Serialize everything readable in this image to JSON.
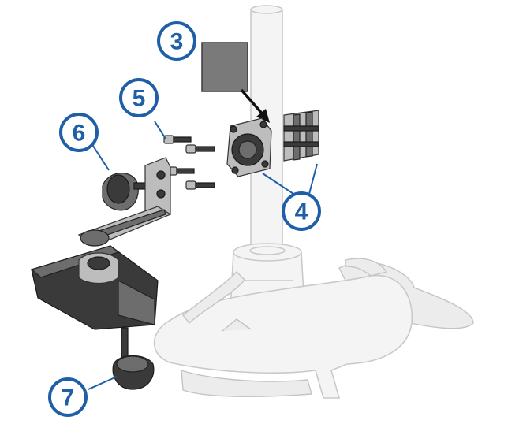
{
  "callouts": [
    {
      "id": "3",
      "label": "3"
    },
    {
      "id": "4",
      "label": "4"
    },
    {
      "id": "5",
      "label": "5"
    },
    {
      "id": "6",
      "label": "6"
    },
    {
      "id": "7",
      "label": "7"
    }
  ],
  "colors": {
    "callout": "#1f5fa8",
    "adhesive_pad": "#7a7a7a",
    "parts_dark": "#3a3a3a",
    "motor_ghost": "#f4f4f4"
  }
}
